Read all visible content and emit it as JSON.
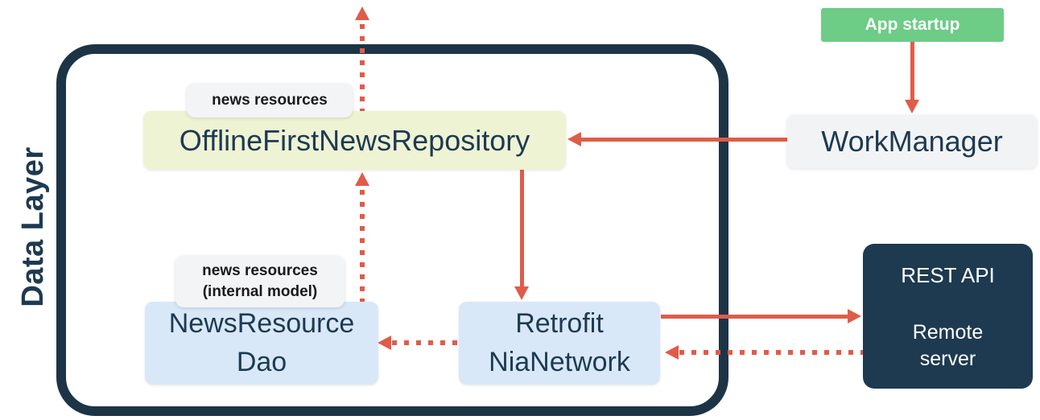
{
  "colors": {
    "arrow_accent": "#E05C49",
    "container_border": "#1D3447",
    "repository_bg": "#EEF3D4",
    "database_bg": "#D9E8F8",
    "neutral_bg": "#F2F3F5",
    "server_bg": "#1D3A50",
    "startup_bg": "#6DCC86",
    "text_dark": "#1D3A52",
    "text_light": "#FFFFFF"
  },
  "container": {
    "label": "Data Layer"
  },
  "nodes": {
    "repository": {
      "label": "OfflineFirstNewsRepository",
      "tag": "news resources"
    },
    "dao": {
      "line1": "NewsResource",
      "line2": "Dao",
      "tag_line1": "news resources",
      "tag_line2": "(internal model)"
    },
    "network": {
      "line1": "Retrofit",
      "line2": "NiaNetwork"
    },
    "workmanager": {
      "label": "WorkManager"
    },
    "app_startup": {
      "label": "App startup"
    },
    "rest_api": {
      "title": "REST API",
      "sub_line1": "Remote",
      "sub_line2": "server"
    }
  },
  "edges": [
    {
      "from": "NewsResourceDao",
      "to": "OfflineFirstNewsRepository",
      "style": "dotted",
      "direction": "up"
    },
    {
      "from": "OfflineFirstNewsRepository",
      "to": "outside-container-top",
      "style": "dotted",
      "direction": "up"
    },
    {
      "from": "OfflineFirstNewsRepository",
      "to": "RetrofitNiaNetwork",
      "style": "solid",
      "direction": "down"
    },
    {
      "from": "WorkManager",
      "to": "OfflineFirstNewsRepository",
      "style": "solid",
      "direction": "left"
    },
    {
      "from": "App startup",
      "to": "WorkManager",
      "style": "solid",
      "direction": "down"
    },
    {
      "from": "RetrofitNiaNetwork",
      "to": "REST API",
      "style": "solid",
      "direction": "right"
    },
    {
      "from": "REST API",
      "to": "RetrofitNiaNetwork",
      "style": "dotted",
      "direction": "left"
    },
    {
      "from": "RetrofitNiaNetwork",
      "to": "NewsResourceDao",
      "style": "dotted",
      "direction": "left"
    }
  ]
}
